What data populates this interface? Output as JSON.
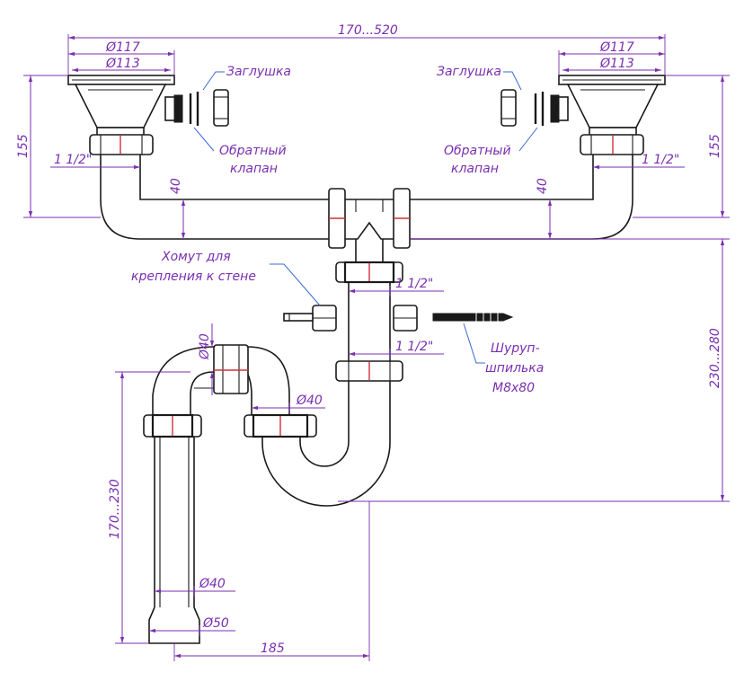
{
  "labels": {
    "plug_left": "Заглушка",
    "plug_right": "Заглушка",
    "check_valve_left_line1": "Обратный",
    "check_valve_left_line2": "клапан",
    "check_valve_right_line1": "Обратный",
    "check_valve_right_line2": "клапан",
    "wall_clamp_line1": "Хомут для",
    "wall_clamp_line2": "крепления к стене",
    "screw_line1": "Шуруп-",
    "screw_line2": "шпилька",
    "screw_line3": "М8х80"
  },
  "dimensions": {
    "top_span": "170...520",
    "d117_left": "Ø117",
    "d113_left": "Ø113",
    "d117_right": "Ø117",
    "d113_right": "Ø113",
    "h155_left": "155",
    "h155_right": "155",
    "thread_left": "1 1/2\"",
    "thread_right": "1 1/2\"",
    "pipe40_left": "40",
    "pipe40_right": "40",
    "thread_upper_center": "1 1/2\"",
    "thread_lower_center": "1 1/2\"",
    "height_230_280": "230...280",
    "d40_elbow": "Ø40",
    "d40_trap": "Ø40",
    "height_170_230": "170...230",
    "d40_outlet": "Ø40",
    "d50_outlet": "Ø50",
    "offset_185": "185"
  }
}
